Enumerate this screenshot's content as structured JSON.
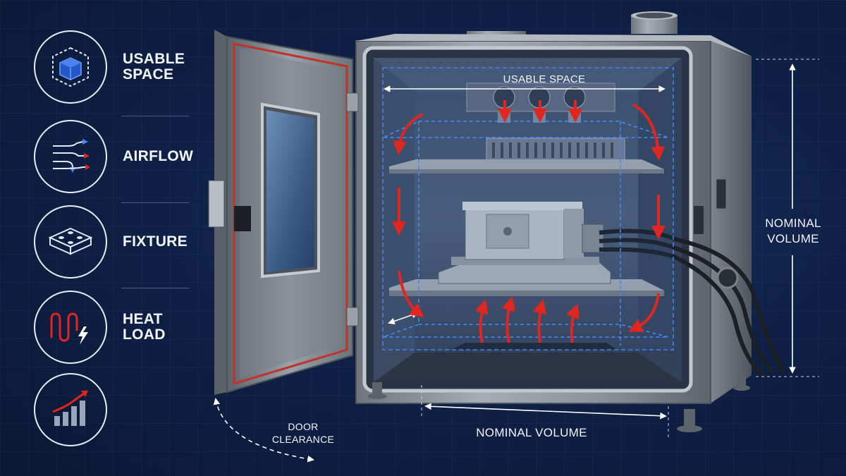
{
  "legend": {
    "items": [
      {
        "label": "USABLE\nSPACE",
        "icon": "cube-icon"
      },
      {
        "label": "AIRFLOW",
        "icon": "airflow-icon"
      },
      {
        "label": "FIXTURE",
        "icon": "fixture-plate-icon"
      },
      {
        "label": "HEAT LOAD",
        "icon": "heat-coil-icon"
      },
      {
        "label": "",
        "icon": "rising-bar-chart-icon"
      }
    ]
  },
  "labels": {
    "usable_space": "USABLE SPACE",
    "nominal_volume_right": "NOMINAL\nVOLUME",
    "nominal_volume_bottom": "NOMINAL VOLUME",
    "door_clearance": "DOOR\nCLEARANCE"
  },
  "colors": {
    "background": "#0b1a36",
    "steel": "#8d949c",
    "usable_space_outline": "#3f8dff",
    "airflow_arrow": "#e0261e",
    "dimension_line": "#ffffff"
  }
}
